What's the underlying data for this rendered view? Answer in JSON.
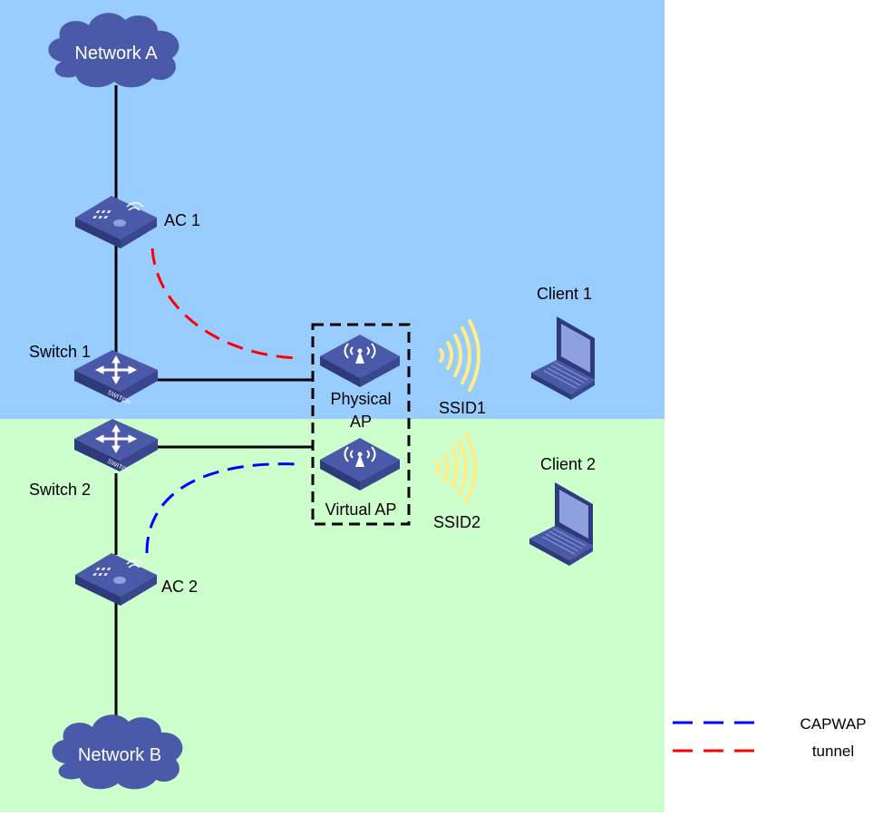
{
  "colors": {
    "zone_top": "#99CCFF",
    "zone_bottom": "#CCFFCC",
    "device_blue": "#4A5AA8",
    "device_dark": "#2F3A7A",
    "capwap_ac1": "#FF0000",
    "capwap_ac2": "#0000FF",
    "signal": "#FFEE88"
  },
  "nodes": {
    "network_a": "Network A",
    "network_b": "Network B",
    "ac1": "AC 1",
    "ac2": "AC 2",
    "switch1": "Switch 1",
    "switch2": "Switch 2",
    "physical_ap_line1": "Physical",
    "physical_ap_line2": "AP",
    "virtual_ap": "Virtual AP",
    "ssid1": "SSID1",
    "ssid2": "SSID2",
    "client1": "Client 1",
    "client2": "Client 2",
    "switch_badge": "SWITCH"
  },
  "legend": {
    "line1": "CAPWAP",
    "line2": "tunnel"
  },
  "icons": [
    "cloud-icon",
    "access-controller-icon",
    "switch-icon",
    "access-point-icon",
    "wireless-signal-icon",
    "laptop-icon"
  ]
}
